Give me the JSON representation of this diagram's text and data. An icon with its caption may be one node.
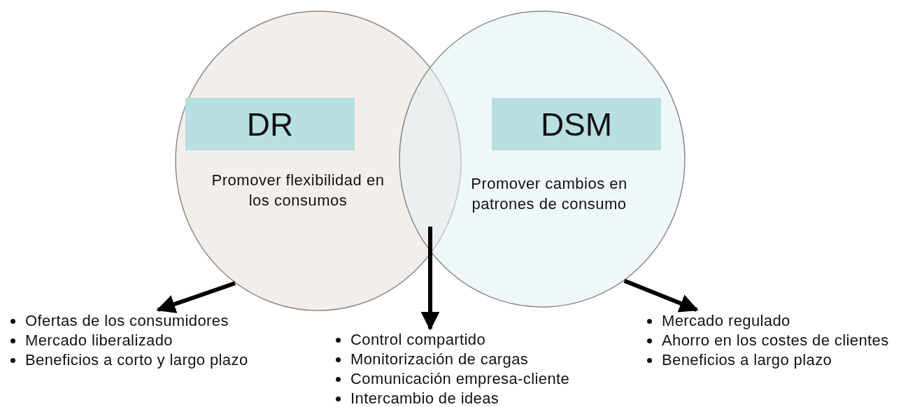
{
  "diagram": {
    "nodes": [
      {
        "text": [
          "Promover flexibilidad en los consumos"
        ]
      },
      {
        "text": [
          "DR"
        ],
        "in": 0
      },
      {
        "text": [
          "Promover cambios en patrones de consumo"
        ]
      },
      {
        "text": [
          "DSM"
        ],
        "in": 2
      },
      {
        "text": [
          "Ofertas de los consumidores",
          "Mercado liberalizado",
          "Beneficios a corto y largo plazo"
        ]
      },
      {
        "text": [
          "Control compartido",
          "Monitorización de cargas",
          "Comunicación empresa-cliente",
          "Intercambio de ideas"
        ]
      },
      {
        "text": [
          "Mercado regulado",
          "Ahorro en los costes de clientes",
          "Beneficios a largo plazo"
        ]
      }
    ],
    "edges": [
      {
        "from": 0,
        "to": 4,
        "arrow": "to"
      },
      {
        "from": null,
        "to": 5,
        "arrow": "to"
      },
      {
        "from": 2,
        "to": 6,
        "arrow": "to"
      }
    ]
  }
}
